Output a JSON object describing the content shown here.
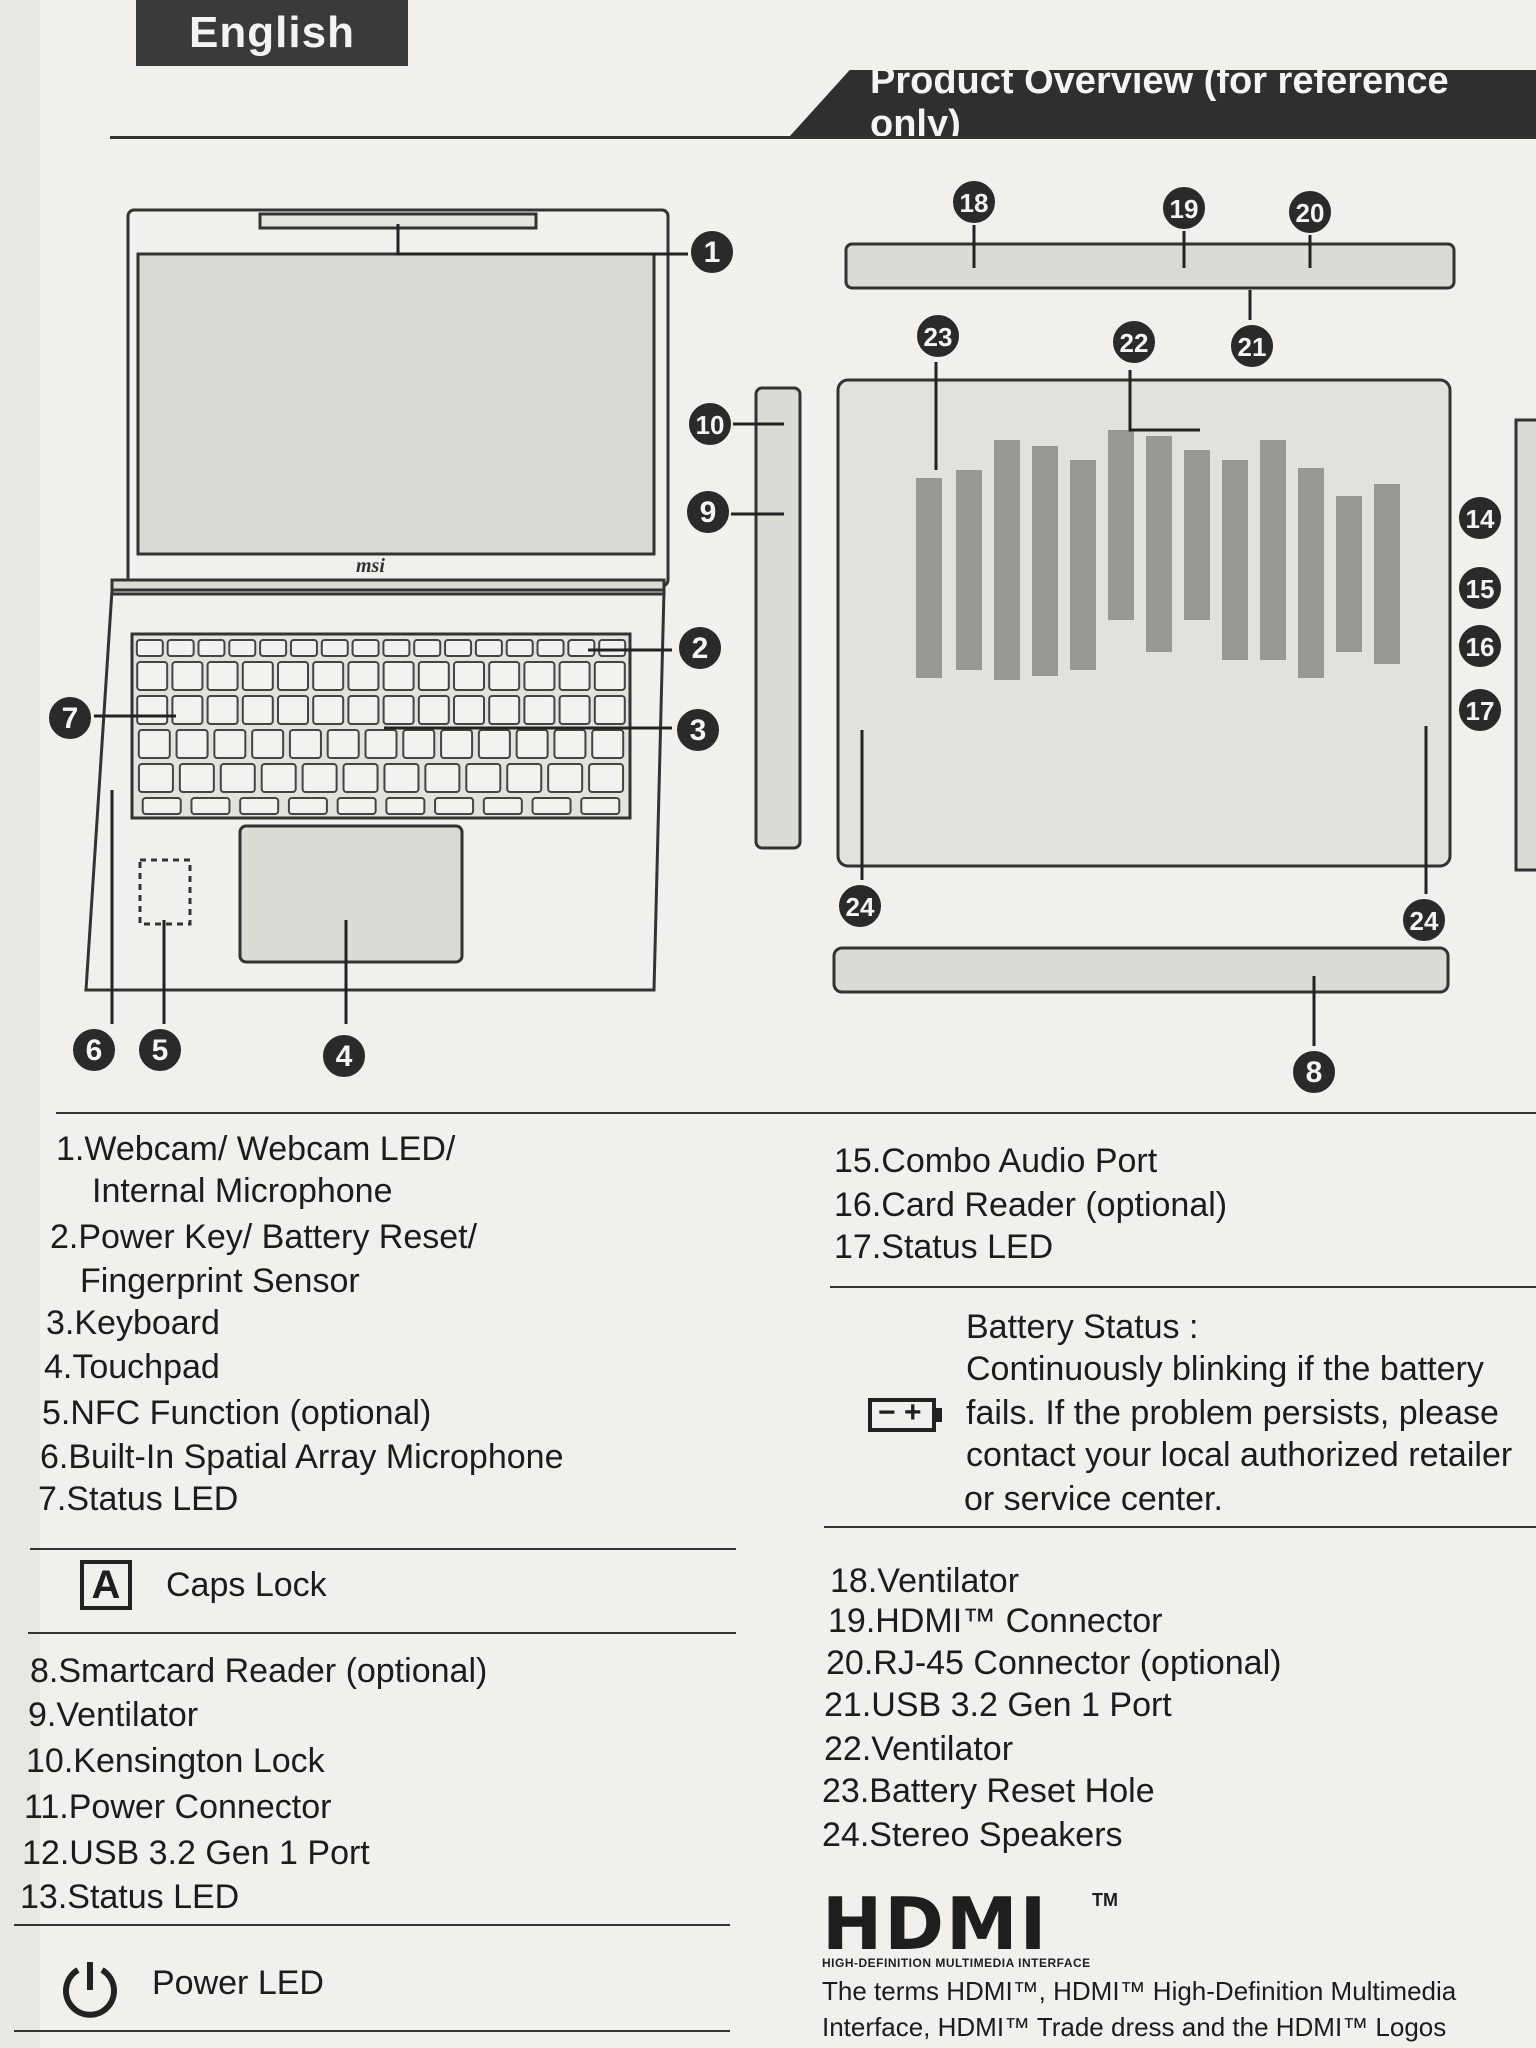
{
  "header": {
    "language_tab": "English",
    "banner_title": "Product Overview (for reference only)"
  },
  "diagram": {
    "brand_logo_text": "msi",
    "callouts": [
      "1",
      "2",
      "3",
      "4",
      "5",
      "6",
      "7",
      "8",
      "9",
      "10",
      "14",
      "15",
      "16",
      "17",
      "18",
      "19",
      "20",
      "21",
      "22",
      "23",
      "24"
    ]
  },
  "left_list_top": [
    "1.Webcam/ Webcam LED/",
    "Internal Microphone",
    "2.Power Key/ Battery Reset/",
    "Fingerprint Sensor",
    "3.Keyboard",
    "4.Touchpad",
    "5.NFC Function (optional)",
    "6.Built-In Spatial Array Microphone",
    "7.Status LED"
  ],
  "caps_lock": {
    "icon_letter": "A",
    "label": "Caps Lock"
  },
  "left_list_bottom": [
    "8.Smartcard Reader (optional)",
    "9.Ventilator",
    "10.Kensington Lock",
    "11.Power Connector",
    "12.USB 3.2 Gen 1 Port",
    "13.Status LED"
  ],
  "power_led": {
    "label": "Power LED"
  },
  "right_list_top": [
    "15.Combo Audio Port",
    "16.Card Reader (optional)",
    "17.Status LED"
  ],
  "battery_status": {
    "lines": [
      "Battery Status :",
      "Continuously blinking if the battery",
      "fails. If the problem persists, please",
      "contact your local authorized retailer",
      "or service center."
    ]
  },
  "right_list_bottom": [
    "18.Ventilator",
    "19.HDMI™ Connector",
    "20.RJ-45 Connector (optional)",
    "21.USB 3.2 Gen 1 Port",
    "22.Ventilator",
    "23.Battery Reset Hole",
    "24.Stereo Speakers"
  ],
  "hdmi": {
    "logo": "HDMI",
    "tm": "TM",
    "subtitle": "HIGH-DEFINITION MULTIMEDIA INTERFACE",
    "notice_lines": [
      "The terms HDMI™, HDMI™ High-Definition Multimedia",
      "Interface, HDMI™ Trade dress and the HDMI™ Logos"
    ]
  }
}
